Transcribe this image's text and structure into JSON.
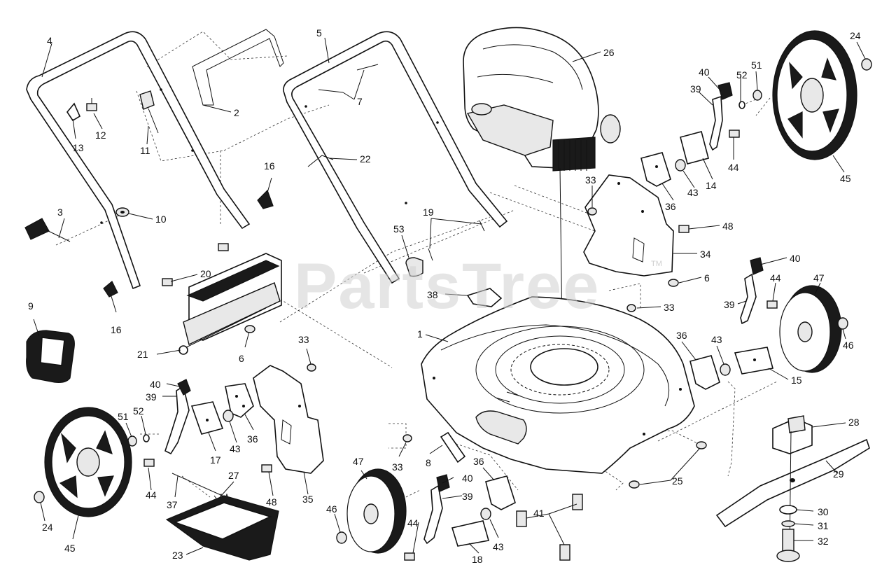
{
  "watermark": {
    "text": "PartsTree",
    "mark": "TM",
    "color": "#c8c8c8"
  },
  "callouts": [
    {
      "id": "c1",
      "text": "1"
    },
    {
      "id": "c2",
      "text": "2"
    },
    {
      "id": "c3",
      "text": "3"
    },
    {
      "id": "c4",
      "text": "4"
    },
    {
      "id": "c5",
      "text": "5"
    },
    {
      "id": "c6a",
      "text": "6"
    },
    {
      "id": "c6b",
      "text": "6"
    },
    {
      "id": "c7",
      "text": "7"
    },
    {
      "id": "c8",
      "text": "8"
    },
    {
      "id": "c9",
      "text": "9"
    },
    {
      "id": "c10",
      "text": "10"
    },
    {
      "id": "c11",
      "text": "11"
    },
    {
      "id": "c12",
      "text": "12"
    },
    {
      "id": "c13",
      "text": "13"
    },
    {
      "id": "c14",
      "text": "14"
    },
    {
      "id": "c15",
      "text": "15"
    },
    {
      "id": "c16a",
      "text": "16"
    },
    {
      "id": "c16b",
      "text": "16"
    },
    {
      "id": "c17",
      "text": "17"
    },
    {
      "id": "c18",
      "text": "18"
    },
    {
      "id": "c19",
      "text": "19"
    },
    {
      "id": "c20",
      "text": "20"
    },
    {
      "id": "c21",
      "text": "21"
    },
    {
      "id": "c22",
      "text": "22"
    },
    {
      "id": "c23",
      "text": "23"
    },
    {
      "id": "c24a",
      "text": "24"
    },
    {
      "id": "c24b",
      "text": "24"
    },
    {
      "id": "c25",
      "text": "25"
    },
    {
      "id": "c26",
      "text": "26"
    },
    {
      "id": "c27",
      "text": "27"
    },
    {
      "id": "c28",
      "text": "28"
    },
    {
      "id": "c29",
      "text": "29"
    },
    {
      "id": "c30",
      "text": "30"
    },
    {
      "id": "c31",
      "text": "31"
    },
    {
      "id": "c32",
      "text": "32"
    },
    {
      "id": "c33a",
      "text": "33"
    },
    {
      "id": "c33b",
      "text": "33"
    },
    {
      "id": "c33c",
      "text": "33"
    },
    {
      "id": "c33d",
      "text": "33"
    },
    {
      "id": "c34",
      "text": "34"
    },
    {
      "id": "c35",
      "text": "35"
    },
    {
      "id": "c36a",
      "text": "36"
    },
    {
      "id": "c36b",
      "text": "36"
    },
    {
      "id": "c36c",
      "text": "36"
    },
    {
      "id": "c36d",
      "text": "36"
    },
    {
      "id": "c37",
      "text": "37"
    },
    {
      "id": "c38",
      "text": "38"
    },
    {
      "id": "c39a",
      "text": "39"
    },
    {
      "id": "c39b",
      "text": "39"
    },
    {
      "id": "c39c",
      "text": "39"
    },
    {
      "id": "c39d",
      "text": "39"
    },
    {
      "id": "c40a",
      "text": "40"
    },
    {
      "id": "c40b",
      "text": "40"
    },
    {
      "id": "c40c",
      "text": "40"
    },
    {
      "id": "c40d",
      "text": "40"
    },
    {
      "id": "c41",
      "text": "41"
    },
    {
      "id": "c43a",
      "text": "43"
    },
    {
      "id": "c43b",
      "text": "43"
    },
    {
      "id": "c43c",
      "text": "43"
    },
    {
      "id": "c43d",
      "text": "43"
    },
    {
      "id": "c44a",
      "text": "44"
    },
    {
      "id": "c44b",
      "text": "44"
    },
    {
      "id": "c44c",
      "text": "44"
    },
    {
      "id": "c44d",
      "text": "44"
    },
    {
      "id": "c45a",
      "text": "45"
    },
    {
      "id": "c45b",
      "text": "45"
    },
    {
      "id": "c46a",
      "text": "46"
    },
    {
      "id": "c46b",
      "text": "46"
    },
    {
      "id": "c47a",
      "text": "47"
    },
    {
      "id": "c47b",
      "text": "47"
    },
    {
      "id": "c48a",
      "text": "48"
    },
    {
      "id": "c48b",
      "text": "48"
    },
    {
      "id": "c51a",
      "text": "51"
    },
    {
      "id": "c51b",
      "text": "51"
    },
    {
      "id": "c52a",
      "text": "52"
    },
    {
      "id": "c52b",
      "text": "52"
    },
    {
      "id": "c53",
      "text": "53"
    }
  ]
}
